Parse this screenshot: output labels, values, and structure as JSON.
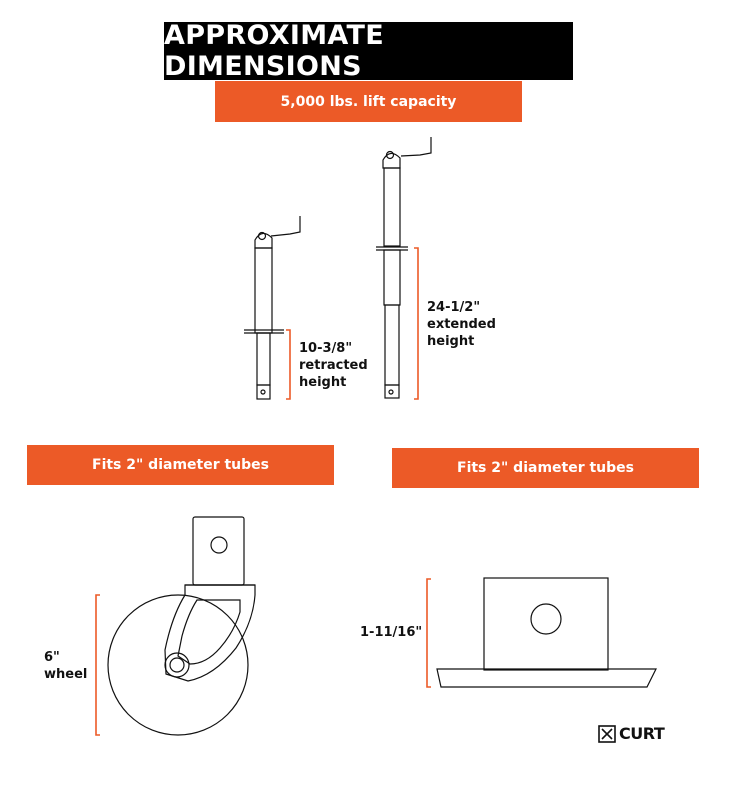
{
  "header": {
    "title": "APPROXIMATE DIMENSIONS",
    "capacity": "5,000 lbs. lift capacity"
  },
  "jack": {
    "retracted_label": "10-3/8\"\nretracted\nheight",
    "extended_label": "24-1/2\"\nextended\nheight"
  },
  "wheel_section": {
    "banner": "Fits 2\" diameter tubes",
    "size_label": "6\"\nwheel"
  },
  "foot_section": {
    "banner": "Fits 2\" diameter tubes",
    "height_label": "1-11/16\""
  },
  "logo": {
    "brand": "CURT"
  },
  "colors": {
    "accent": "#ec5a27",
    "title_bg": "#000000",
    "line": "#111111"
  }
}
